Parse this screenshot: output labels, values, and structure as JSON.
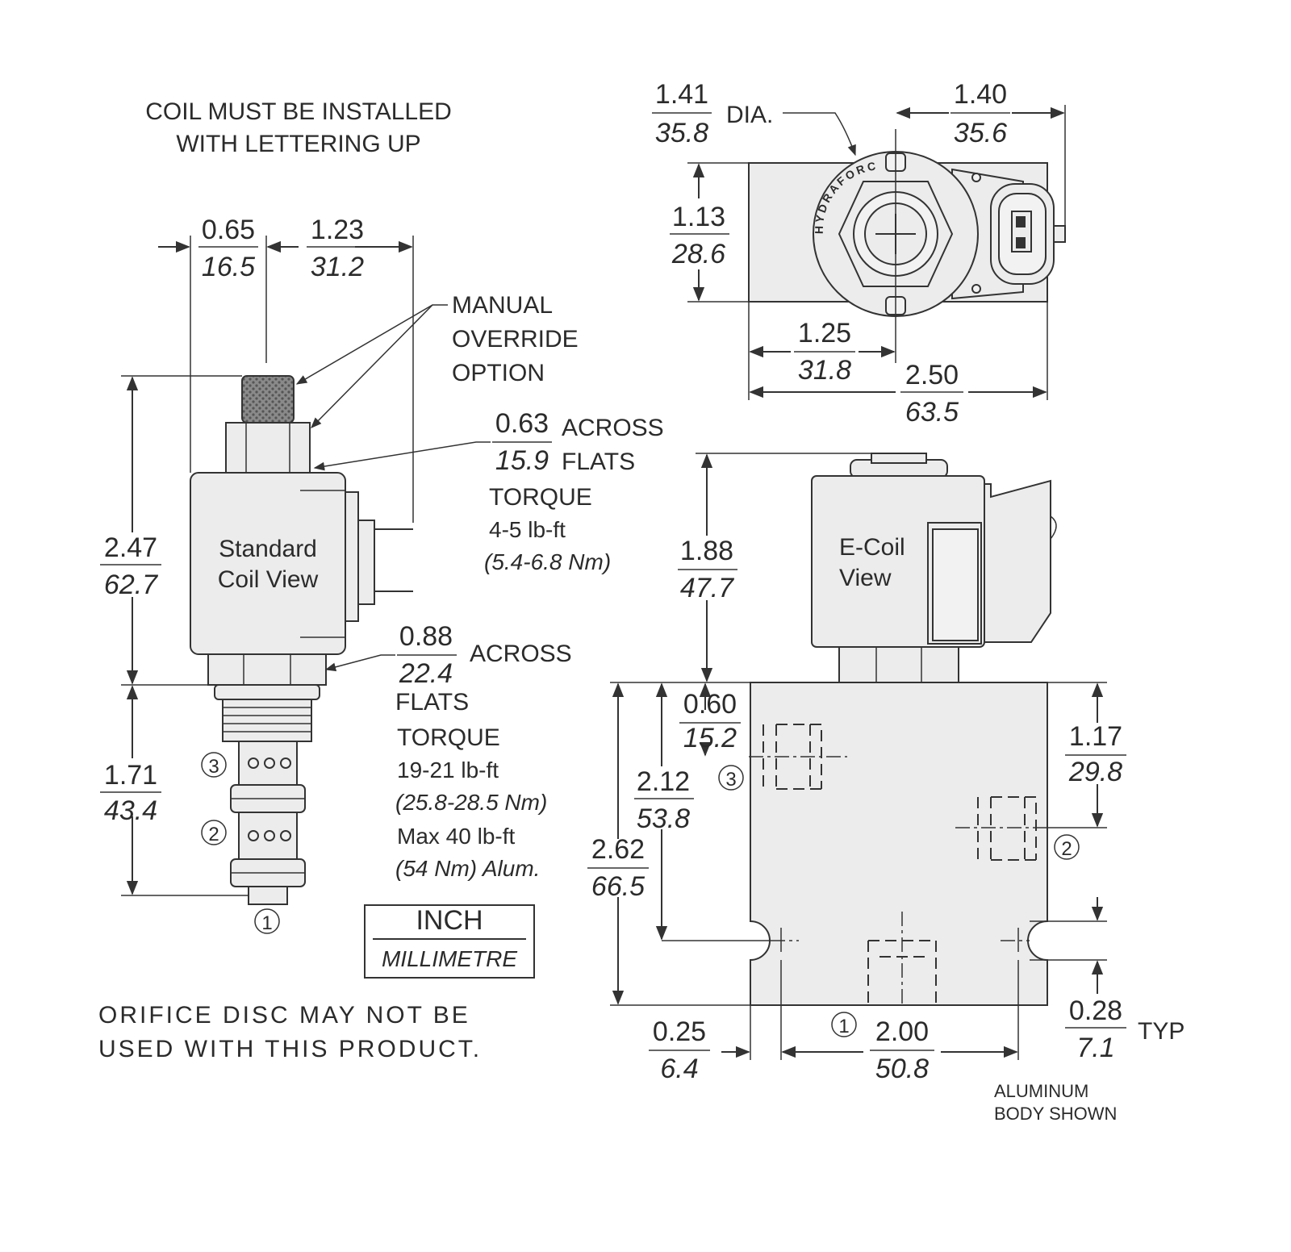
{
  "notes": {
    "coil_line1": "COIL MUST BE INSTALLED",
    "coil_line2": "WITH LETTERING UP",
    "orifice_line1": "ORIFICE DISC MAY NOT BE",
    "orifice_line2": "USED WITH THIS PRODUCT.",
    "aluminum_line1": "ALUMINUM",
    "aluminum_line2": "BODY SHOWN"
  },
  "legend": {
    "inch": "INCH",
    "mm": "MILLIMETRE"
  },
  "views": {
    "standard_line1": "Standard",
    "standard_line2": "Coil View",
    "ecoil_line1": "E-Coil",
    "ecoil_line2": "View",
    "brand": "HYDRAFORCE"
  },
  "callouts": {
    "manual1": "MANUAL",
    "manual2": "OVERRIDE",
    "manual3": "OPTION",
    "across": "ACROSS",
    "flats": "FLATS",
    "torque": "TORQUE",
    "t1_value": "4-5 lb-ft",
    "t1_metric": "(5.4-6.8 Nm)",
    "t2_value": "19-21 lb-ft",
    "t2_metric": "(25.8-28.5 Nm)",
    "t2_max": "Max 40 lb-ft",
    "t2_alum": "(54 Nm) Alum.",
    "dia": "DIA.",
    "typ": "TYP"
  },
  "ports": {
    "p1": "1",
    "p2": "2",
    "p3": "3"
  },
  "dims": {
    "d065": {
      "in": "0.65",
      "mm": "16.5"
    },
    "d123": {
      "in": "1.23",
      "mm": "31.2"
    },
    "d247": {
      "in": "2.47",
      "mm": "62.7"
    },
    "d171": {
      "in": "1.71",
      "mm": "43.4"
    },
    "d063": {
      "in": "0.63",
      "mm": "15.9"
    },
    "d088": {
      "in": "0.88",
      "mm": "22.4"
    },
    "d141": {
      "in": "1.41",
      "mm": "35.8"
    },
    "d140": {
      "in": "1.40",
      "mm": "35.6"
    },
    "d113": {
      "in": "1.13",
      "mm": "28.6"
    },
    "d125": {
      "in": "1.25",
      "mm": "31.8"
    },
    "d250": {
      "in": "2.50",
      "mm": "63.5"
    },
    "d188": {
      "in": "1.88",
      "mm": "47.7"
    },
    "d060": {
      "in": "0.60",
      "mm": "15.2"
    },
    "d212": {
      "in": "2.12",
      "mm": "53.8"
    },
    "d262": {
      "in": "2.62",
      "mm": "66.5"
    },
    "d117": {
      "in": "1.17",
      "mm": "29.8"
    },
    "d025": {
      "in": "0.25",
      "mm": "6.4"
    },
    "d200": {
      "in": "2.00",
      "mm": "50.8"
    },
    "d028": {
      "in": "0.28",
      "mm": "7.1"
    }
  }
}
